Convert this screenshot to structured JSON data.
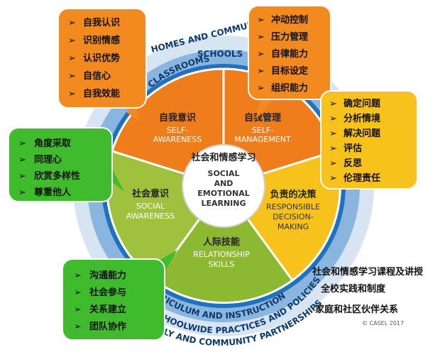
{
  "center": {
    "cn": "社会和情感学习",
    "en1": "SOCIAL",
    "en2": "AND",
    "en3": "EMOTIONAL",
    "en4": "LEARNING"
  },
  "segments": {
    "self_awareness": {
      "cn": "自我意识",
      "en1": "SELF-",
      "en2": "AWARENESS"
    },
    "self_management": {
      "cn": "自我管理",
      "en1": "SELF-",
      "en2": "MANAGEMENT"
    },
    "responsible_decision": {
      "cn": "负责的决策",
      "en1": "RESPONSIBLE",
      "en2": "DECISION-",
      "en3": "MAKING"
    },
    "relationship": {
      "cn": "人际技能",
      "en1": "RELATIONSHIP",
      "en2": "SKILLS"
    },
    "social_awareness": {
      "cn": "社会意识",
      "en1": "SOCIAL",
      "en2": "AWARENESS"
    }
  },
  "rings": {
    "classrooms": "CLASSROOMS",
    "schools": "SCHOOLS",
    "homes": "HOMES AND COMMUNITIES",
    "curriculum": "CURRICULUM AND INSTRUCTION",
    "practices": "SCHOOLWIDE PRACTICES AND POLICIES",
    "partnerships": "FAMILY AND COMMUNITY PARTNERSHIPS"
  },
  "bubbles": {
    "self_awareness": [
      "自我认识",
      "识别情感",
      "认识优势",
      "自信心",
      "自我效能"
    ],
    "self_management": [
      "冲动控制",
      "压力管理",
      "自律能力",
      "目标设定",
      "组织能力"
    ],
    "decision": [
      "确定问题",
      "分析情境",
      "解决问题",
      "评估",
      "反思",
      "伦理责任"
    ],
    "social": [
      "角度采取",
      "同理心",
      "欣赏多样性",
      "尊重他人"
    ],
    "relationship": [
      "沟通能力",
      "社会参与",
      "关系建立",
      "团队协作"
    ]
  },
  "legend": [
    "社会和情感学习课程及讲授",
    "全校实践和制度",
    "家庭和社区伙伴关系"
  ],
  "copyright": "© CASEL 2017",
  "colors": {
    "self_awareness": "#f07d1c",
    "self_management": "#f07d1c",
    "decision": "#f6c21b",
    "relationship": "#8cb832",
    "social": "#8cb832",
    "classroom_ring": "#1f72c0",
    "school_ring": "#8ab5df",
    "home_ring": "#d7e4f2",
    "bubble_orange": "#f28a20",
    "bubble_yellow": "#f7c21c",
    "bubble_green": "#3fbb2d"
  }
}
